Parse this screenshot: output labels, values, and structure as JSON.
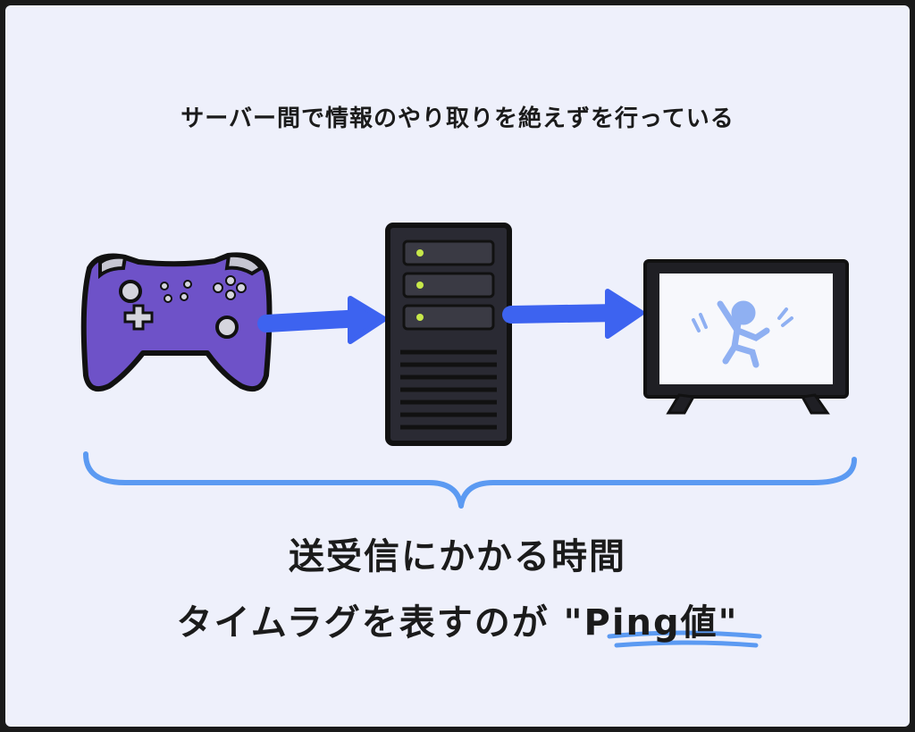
{
  "caption": "サーバー間で情報のやり取りを絶えずを行っている",
  "summary": {
    "line1": "送受信にかかる時間",
    "line2_prefix": "タイムラグを表すのが ",
    "line2_highlight": "\"Ping値\""
  },
  "colors": {
    "background": "#eef0fb",
    "arrow": "#3d63f0",
    "brace": "#5b9af2",
    "controller": "#6e52c8",
    "server": "#2a2a33",
    "server_led": "#c7e84a",
    "screen_figure": "#8fb0f2"
  },
  "icons": [
    "game-controller-icon",
    "server-icon",
    "tv-monitor-icon",
    "stick-figure-icon"
  ]
}
